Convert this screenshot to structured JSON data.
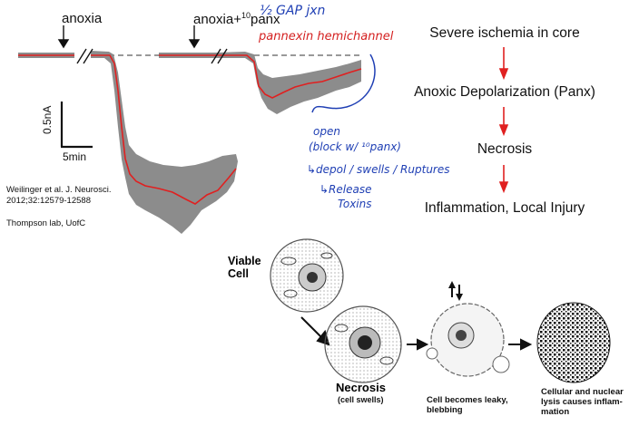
{
  "trace": {
    "label_anoxia": "anoxia",
    "label_anoxia_panx_base": "anoxia+",
    "label_anoxia_panx_sup": "10",
    "label_anoxia_panx_tail": "panx",
    "scale_current": "0.5nA",
    "scale_time": "5min",
    "citation_line1": "Weilinger et al. J. Neurosci.",
    "citation_line2": "2012;32:12579-12588",
    "lab": "Thompson lab, UofC"
  },
  "handwriting": {
    "gap": "½ GAP jxn",
    "hemichannel": "pannexin hemichannel",
    "open": "open",
    "block": "(block w/ ¹⁰panx)",
    "depol": "↳depol / swells / Ruptures",
    "release": "↳Release",
    "toxins": "Toxins"
  },
  "flow": {
    "step1": "Severe ischemia in core",
    "step2": "Anoxic Depolarization (Panx)",
    "step3": "Necrosis",
    "step4": "Inflammation, Local Injury",
    "arrow_color": "#e02020"
  },
  "cells": {
    "viable_line1": "Viable",
    "viable_line2": "Cell",
    "necrosis": "Necrosis",
    "necrosis_sub": "(cell swells)",
    "leaky_line1": "Cell becomes leaky,",
    "leaky_line2": "blebbing",
    "lysis_line1": "Cellular and nuclear",
    "lysis_line2": "lysis causes inflam-",
    "lysis_line3": "mation"
  }
}
